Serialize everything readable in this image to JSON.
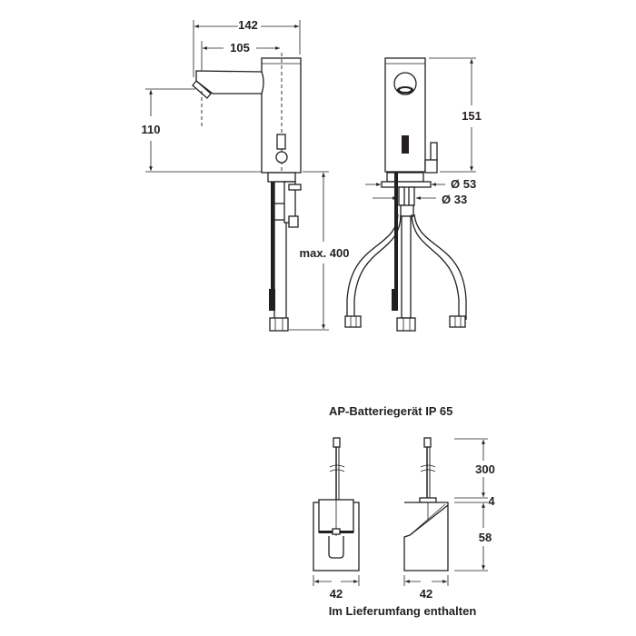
{
  "drawing": {
    "side_view": {
      "dimensions": {
        "overall_width": "142",
        "spout_reach": "105",
        "spout_height": "110",
        "hose_length": "max. 400"
      }
    },
    "front_view": {
      "dimensions": {
        "body_height": "151",
        "base_diameter": "Ø 53",
        "shank_diameter": "Ø 33"
      }
    },
    "battery_unit": {
      "title": "AP-Batteriegerät IP 65",
      "dimensions": {
        "front_width": "42",
        "side_width": "42",
        "cable_length": "300",
        "cap_height": "4",
        "body_height": "58"
      },
      "note": "Im Lieferumfang enthalten"
    }
  },
  "colors": {
    "line": "#231f20",
    "background": "#ffffff"
  }
}
